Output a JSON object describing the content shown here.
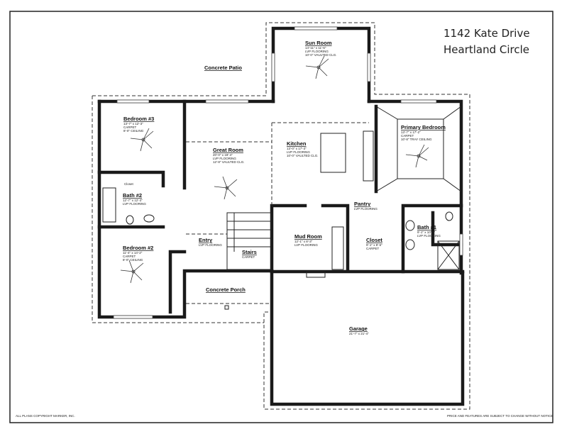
{
  "title": {
    "line1": "1142 Kate Drive",
    "line2": "Heartland Circle"
  },
  "outdoor": {
    "patio": "Concrete Patio",
    "porch": "Concrete Porch"
  },
  "rooms": {
    "bedroom3": {
      "name": "Bedroom #3",
      "dims": "13'-7\" x 12'-3\"",
      "floor": "CARPET",
      "ceiling": "8'-0\" CEILING"
    },
    "great_room": {
      "name": "Great Room",
      "dims": "20'-0\" x 18'-4\"",
      "floor": "LVP FLOORING",
      "ceiling": "12'-8\" VAULTED CLG."
    },
    "sun_room": {
      "name": "Sun Room",
      "dims": "14'-11\" x 11'-6\"",
      "floor": "LVP FLOORING",
      "ceiling": "10'-0\" VAULTED CLG."
    },
    "kitchen": {
      "name": "Kitchen",
      "dims": "13'-0\" x 17'-3\"",
      "floor": "LVP FLOORING",
      "ceiling": "10'-0\" VAULTED CLG."
    },
    "primary_bedroom": {
      "name": "Primary Bedroom",
      "dims": "13'-7\" x 17'-2\"",
      "floor": "CARPET",
      "ceiling": "10'-8\" TRAY CEILING"
    },
    "bath2": {
      "name": "Bath #2",
      "dims": "12'-7\" x 12'-3\"",
      "floor": "LVP FLOORING"
    },
    "bedroom2": {
      "name": "Bedroom #2",
      "dims": "11'-4\" x 14'-2\"",
      "floor": "CARPET",
      "ceiling": "8'-0\" CEILING"
    },
    "entry": {
      "name": "Entry",
      "floor": "LVP FLOORING"
    },
    "stairs": {
      "name": "Stairs",
      "floor": "CARPET"
    },
    "mud_room": {
      "name": "Mud Room",
      "dims": "12'-1\" x 8'-3\"",
      "floor": "LVP FLOORING"
    },
    "pantry": {
      "name": "Pantry",
      "floor": "LVP FLOORING"
    },
    "closet": {
      "name": "Closet",
      "dims": "9'-1\" x 8'-6\"",
      "floor": "CARPET"
    },
    "bath1": {
      "name": "Bath #1",
      "dims": "9'-1\" x 10'-1\"",
      "floor": "LVP FLOORING"
    },
    "garage": {
      "name": "Garage",
      "dims": "21'-7\" x 21'-4\""
    }
  },
  "closet_label": "Closet",
  "footer": {
    "left": "ALL PLANS COPYRIGHT MARKER, INC.",
    "right": "PRICE AND FEATURES ARE SUBJECT TO CHANGE WITHOUT NOTICE"
  }
}
